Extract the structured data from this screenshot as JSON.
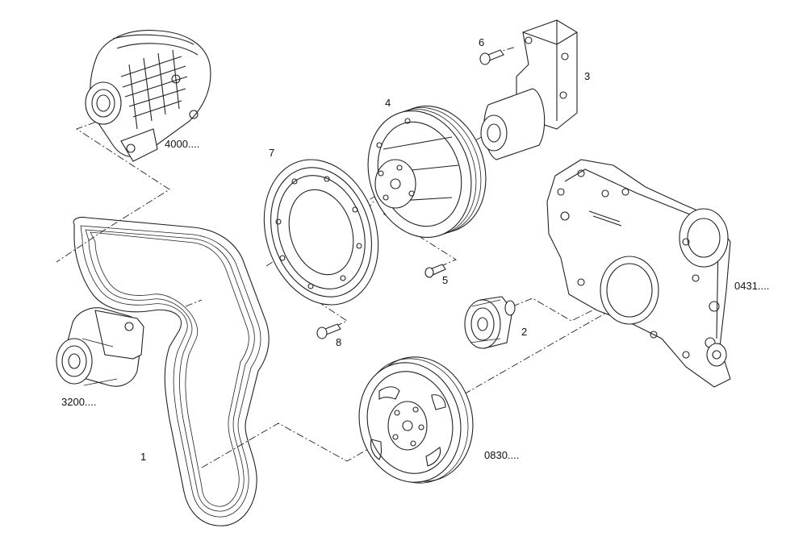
{
  "labels": {
    "alternator": "4000....",
    "tensioner": "3200....",
    "belt": "1",
    "idler": "2",
    "bracket": "3",
    "pulley_4": "4",
    "bolt_5": "5",
    "bolt_6": "6",
    "damper": "7",
    "bolt_8": "8",
    "crank_pulley": "0830....",
    "timing_cover": "0431...."
  }
}
